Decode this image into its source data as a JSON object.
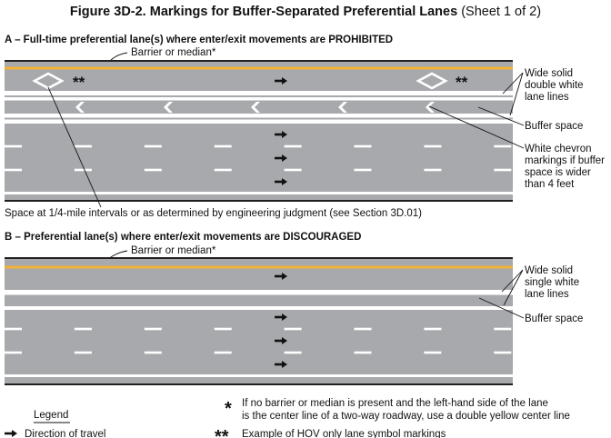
{
  "title": {
    "bold": "Figure 3D-2.  Markings for Buffer-Separated Preferential Lanes",
    "normal": " (Sheet 1 of 2)"
  },
  "section_a": {
    "heading": "A – Full-time preferential lane(s) where enter/exit movements are PROHIBITED",
    "barrier_label": "Barrier or median*",
    "hov_symbol": "**",
    "double_lines_label": [
      "Wide solid",
      "double white",
      "lane lines"
    ],
    "buffer_label": "Buffer space",
    "chevron_label": [
      "White chevron",
      "markings if buffer",
      "space is wider",
      "than 4 feet"
    ],
    "spacing_note": "Space at 1/4-mile intervals or as determined by engineering judgment (see Section 3D.01)"
  },
  "section_b": {
    "heading": "B – Preferential lane(s) where enter/exit movements are DISCOURAGED",
    "barrier_label": "Barrier or median*",
    "single_lines_label": [
      "Wide solid",
      "single white",
      "lane lines"
    ],
    "buffer_label": "Buffer space"
  },
  "legend": {
    "heading": "Legend",
    "direction_label": "Direction of travel",
    "note_star_symbol": "*",
    "note_star": [
      "If no barrier or median is present and the left-hand side of the lane",
      "is the center line of a two-way roadway, use a double yellow center line"
    ],
    "note_double_star_symbol": "**",
    "note_double_star": "Example of HOV only lane symbol markings"
  },
  "colors": {
    "pavement": "#a7a9ac",
    "yellow_line": "#f2b233",
    "white_line": "#ffffff"
  }
}
